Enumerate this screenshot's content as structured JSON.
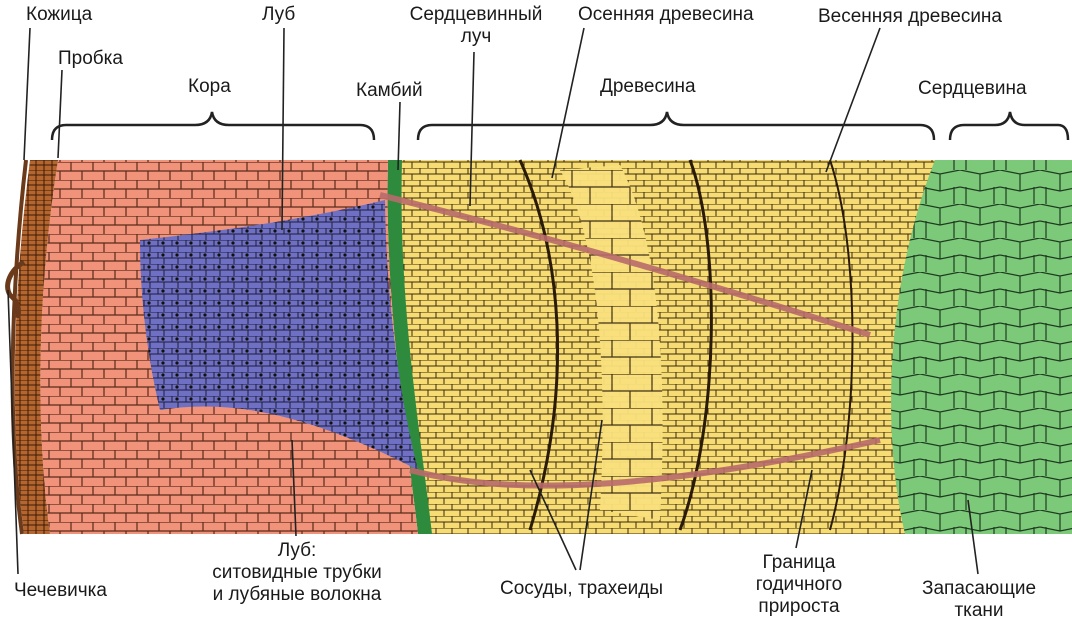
{
  "labels": {
    "kozhitsa": "Кожица",
    "probka": "Пробка",
    "kora": "Кора",
    "lub_top": "Луб",
    "serdtsevinny_luch": [
      "Сердцевинный",
      "луч"
    ],
    "kambiy": "Камбий",
    "osennyaya": "Осенняя древесина",
    "drevesina": "Древесина",
    "vesennyaya": "Весенняя древесина",
    "serdtsevina": "Сердцевина",
    "chechevichka": "Чечевичка",
    "lub_bottom": [
      "Луб:",
      "ситовидные трубки",
      "и лубяные волокна"
    ],
    "sosudy": "Сосуды, трахеиды",
    "granitsa": [
      "Граница",
      "годичного",
      "прироста"
    ],
    "zapasayushchie": [
      "Запасающие",
      "ткани"
    ]
  },
  "colors": {
    "epidermis": "#8a4a22",
    "cork": "#b5652e",
    "cortex": "#f0937a",
    "phloem": "#6f70c4",
    "cambium": "#2e8b3e",
    "wood": "#f6dc72",
    "pith": "#7cc97a",
    "ray": "#d98a8a",
    "cell_line": "#3a2418"
  }
}
